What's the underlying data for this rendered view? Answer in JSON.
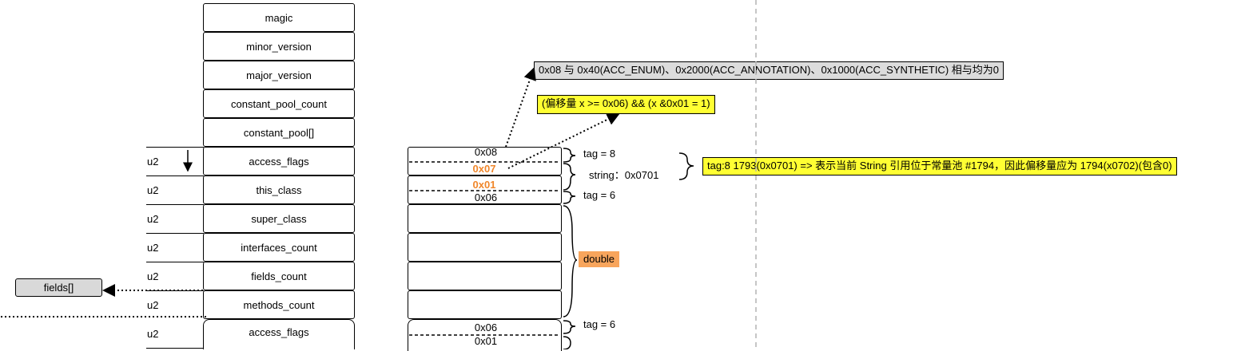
{
  "class_fields": [
    "magic",
    "minor_version",
    "major_version",
    "constant_pool_count",
    "constant_pool[]",
    "access_flags",
    "this_class",
    "super_class",
    "interfaces_count",
    "fields_count",
    "methods_count",
    "access_flags"
  ],
  "size_labels": [
    "u2",
    "u2",
    "u2",
    "u2",
    "u2",
    "u2",
    "u2"
  ],
  "bytes": {
    "b0": "0x08",
    "b1": "0x07",
    "b2": "0x01",
    "b3": "0x06",
    "b4": "0x06",
    "b5": "0x01"
  },
  "tags": {
    "tag8": "tag = 8",
    "string": "string：0x0701",
    "tag6_a": "tag = 6",
    "double": "double",
    "tag6_b": "tag = 6"
  },
  "notes": {
    "gray_note": "0x08 与 0x40(ACC_ENUM)、0x2000(ACC_ANNOTATION)、0x1000(ACC_SYNTHETIC) 相与均为0",
    "offset_note": "(偏移量 x >= 0x06) && (x &0x01 = 1)",
    "string_note": "tag:8 1793(0x0701) => 表示当前 String 引用位于常量池 #1794，因此偏移量应为 1794(x0702)(包含0)"
  },
  "fields_target": "fields[]",
  "colors": {
    "orange": "#f0862a",
    "yellow": "#ffff33",
    "gray": "#dcdcdc",
    "double": "#f8a55c"
  }
}
